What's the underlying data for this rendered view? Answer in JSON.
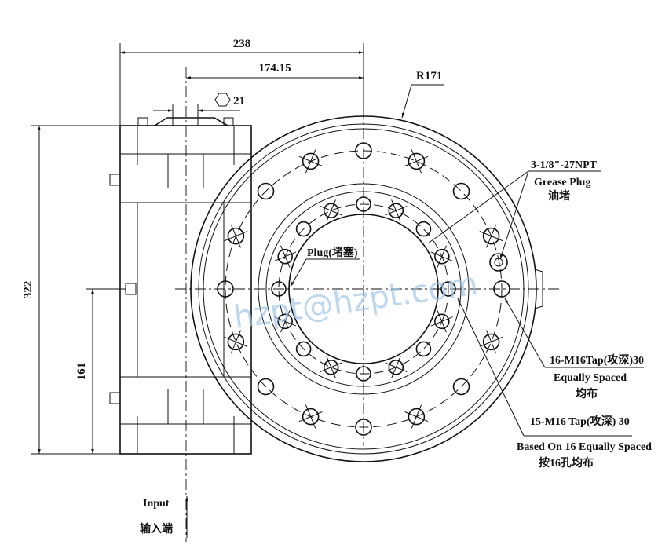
{
  "dimensions": {
    "width_total": "238",
    "offset": "174.15",
    "hex": "21",
    "radius": "R171",
    "height_total": "322",
    "height_half": "161"
  },
  "callouts": {
    "grease_spec": "3-1/8\"-27NPT",
    "grease_en": "Grease Plug",
    "grease_cn": "油堵",
    "plug": "Plug(堵塞)",
    "tap16_spec": "16-M16Tap(攻深)30",
    "tap16_en": "Equally Spaced",
    "tap16_cn": "均布",
    "tap15_spec": "15-M16 Tap(攻深) 30",
    "tap15_en": "Based On 16 Equally Spaced",
    "tap15_cn": "按16孔均布",
    "input_en": "Input",
    "input_cn": "输入端"
  },
  "watermark": "hzpt@hzpt.com",
  "colors": {
    "line": "#111111",
    "watermark": "#9cc3ea"
  }
}
